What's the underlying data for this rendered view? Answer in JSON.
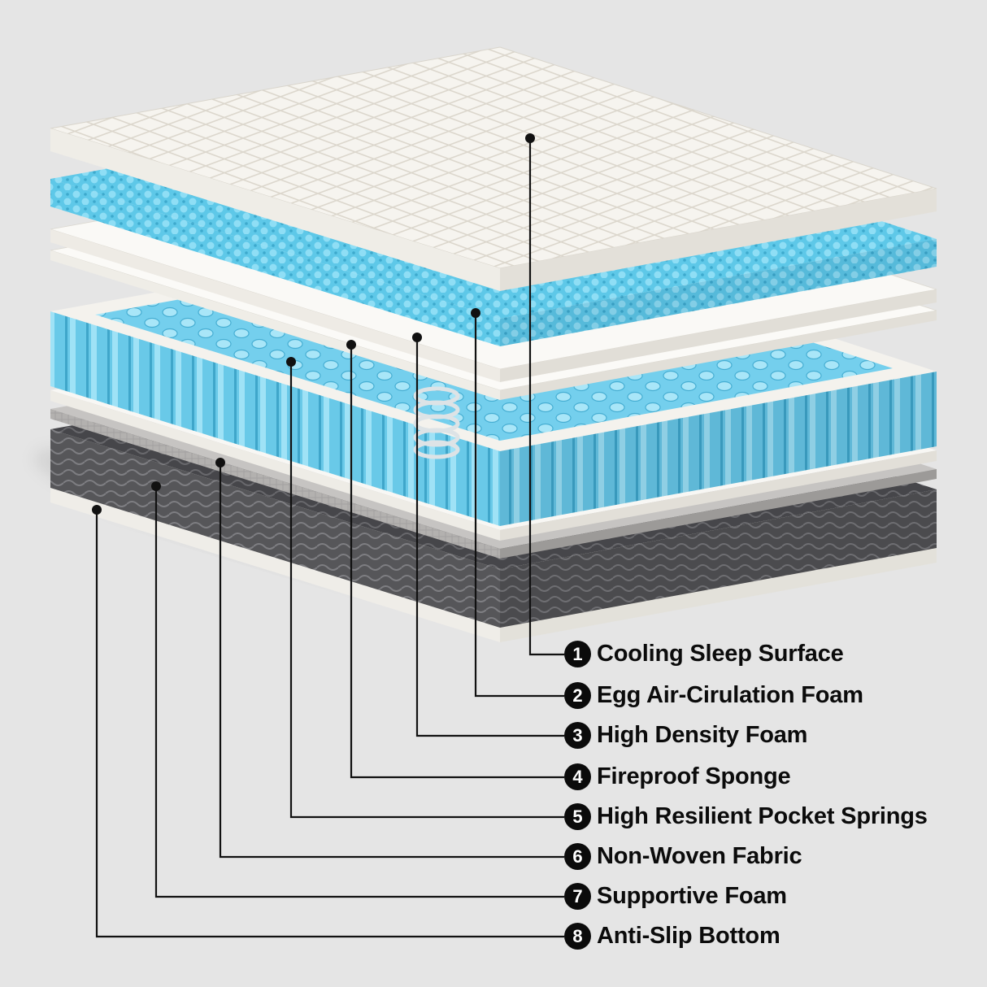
{
  "background_color": "#e5e5e5",
  "diagram": {
    "name": "mattress-exploded-layer-diagram",
    "accent_blue": "#5ec8e8",
    "foam_dark_gray": "#565659",
    "callout_color": "#111111",
    "labels": [
      {
        "num": "1",
        "text": "Cooling Sleep Surface"
      },
      {
        "num": "2",
        "text": "Egg Air-Cirulation Foam"
      },
      {
        "num": "3",
        "text": "High Density Foam"
      },
      {
        "num": "4",
        "text": "Fireproof Sponge"
      },
      {
        "num": "5",
        "text": "High Resilient Pocket Springs"
      },
      {
        "num": "6",
        "text": "Non-Woven Fabric"
      },
      {
        "num": "7",
        "text": "Supportive Foam"
      },
      {
        "num": "8",
        "text": "Anti-Slip Bottom"
      }
    ]
  }
}
